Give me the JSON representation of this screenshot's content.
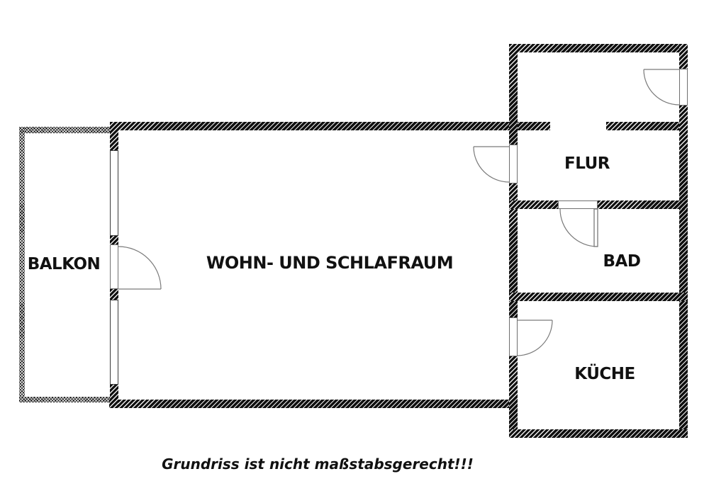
{
  "plan": {
    "rooms": {
      "balkon": {
        "label": "BALKON"
      },
      "wohn_schlafraum": {
        "label": "WOHN- UND SCHLAFRAUM"
      },
      "flur": {
        "label": "FLUR"
      },
      "bad": {
        "label": "BAD"
      },
      "kueche": {
        "label": "KÜCHE"
      }
    },
    "caption": "Grundriss ist nicht maßstabsgerecht!!!",
    "colors": {
      "background": "#ffffff",
      "wall_fill": "#101010",
      "hatch_line": "#ededed",
      "door_stroke": "#7a7a7a",
      "label_text": "#111111"
    },
    "features": {
      "doors": [
        "entrance-door",
        "wohn-flur-door",
        "flur-bad-door",
        "kueche-door",
        "balkon-door"
      ],
      "windows": [
        "balkon-window-upper",
        "balkon-window-lower"
      ]
    }
  }
}
